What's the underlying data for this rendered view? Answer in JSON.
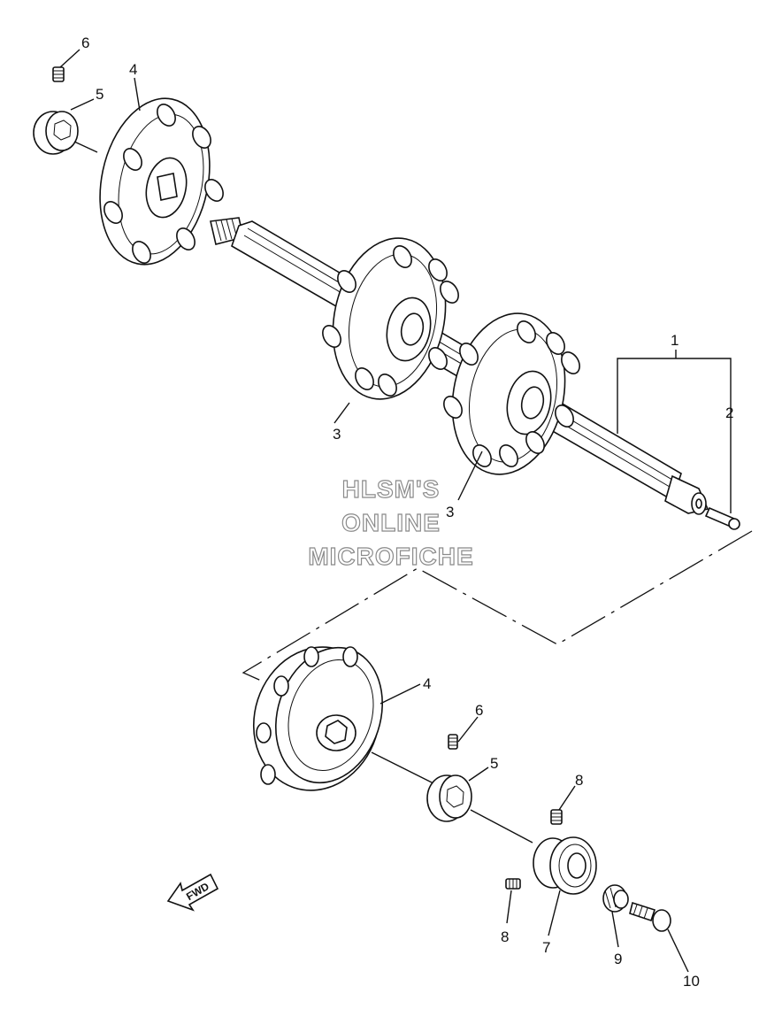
{
  "callouts": {
    "c1": "1",
    "c2": "2",
    "c3a": "3",
    "c3b": "3",
    "c4a": "4",
    "c4b": "4",
    "c5a": "5",
    "c5b": "5",
    "c6a": "6",
    "c6b": "6",
    "c7": "7",
    "c8a": "8",
    "c8b": "8",
    "c9": "9",
    "c10": "10"
  },
  "watermark": {
    "line1": "HLSM'S",
    "line2": "ONLINE",
    "line3": "MICROFICHE"
  },
  "fwd_label": "FWD"
}
